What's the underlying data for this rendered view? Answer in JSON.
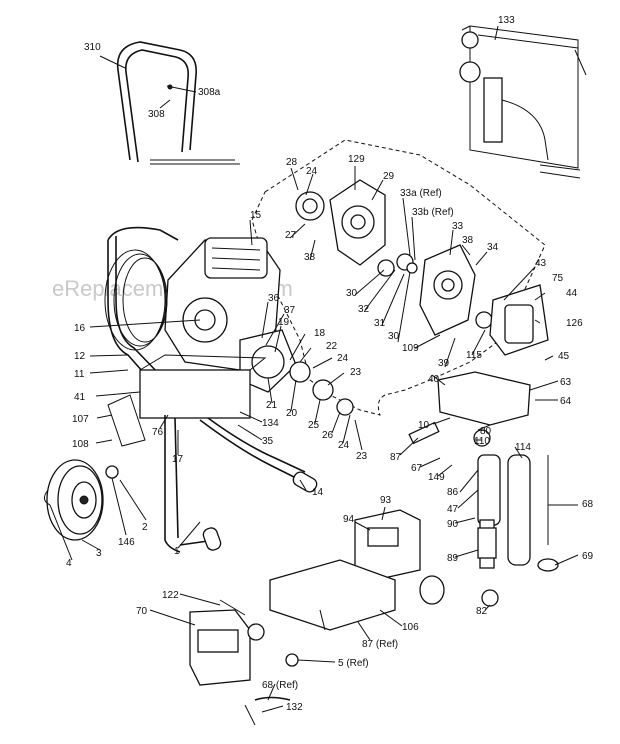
{
  "watermark": "eReplacementParts.com",
  "labels": {
    "l310": "310",
    "l308a": "308a",
    "l308": "308",
    "l133": "133",
    "l28": "28",
    "l24a": "24",
    "l129": "129",
    "l29": "29",
    "l33a": "33a (Ref)",
    "l33b": "33b (Ref)",
    "l33": "33",
    "l38a": "38",
    "l34": "34",
    "l43": "43",
    "l75": "75",
    "l44": "44",
    "l126": "126",
    "l15": "15",
    "l27": "27",
    "l38b": "38",
    "l30a": "30",
    "l32": "32",
    "l31": "31",
    "l30b": "30",
    "l36": "36",
    "l37": "37",
    "l16": "16",
    "l19": "19",
    "l18": "18",
    "l22": "22",
    "l24b": "24",
    "l23a": "23",
    "l109": "109",
    "l39": "39",
    "l115": "115",
    "l45": "45",
    "l12": "12",
    "l11": "11",
    "l41": "41",
    "l21": "21",
    "l20": "20",
    "l25": "25",
    "l26": "26",
    "l24c": "24",
    "l40": "40",
    "l63": "63",
    "l64": "64",
    "l107": "107",
    "l76": "76",
    "l134": "134",
    "l35": "35",
    "l10": "10",
    "l80": "80",
    "l108": "108",
    "l17": "17",
    "l23b": "23",
    "l87a": "87",
    "l110": "110",
    "l114": "114",
    "l67": "67",
    "l149": "149",
    "l14": "14",
    "l86": "86",
    "l47": "47",
    "l68a": "68",
    "l146": "146",
    "l2": "2",
    "l4": "4",
    "l3": "3",
    "l1": "1",
    "l93": "93",
    "l94": "94",
    "l90": "90",
    "l89": "89",
    "l69": "69",
    "l122": "122",
    "l70": "70",
    "l82": "82",
    "l106": "106",
    "l87b": "87 (Ref)",
    "l5": "5 (Ref)",
    "l68b": "68 (Ref)",
    "l132": "132"
  }
}
